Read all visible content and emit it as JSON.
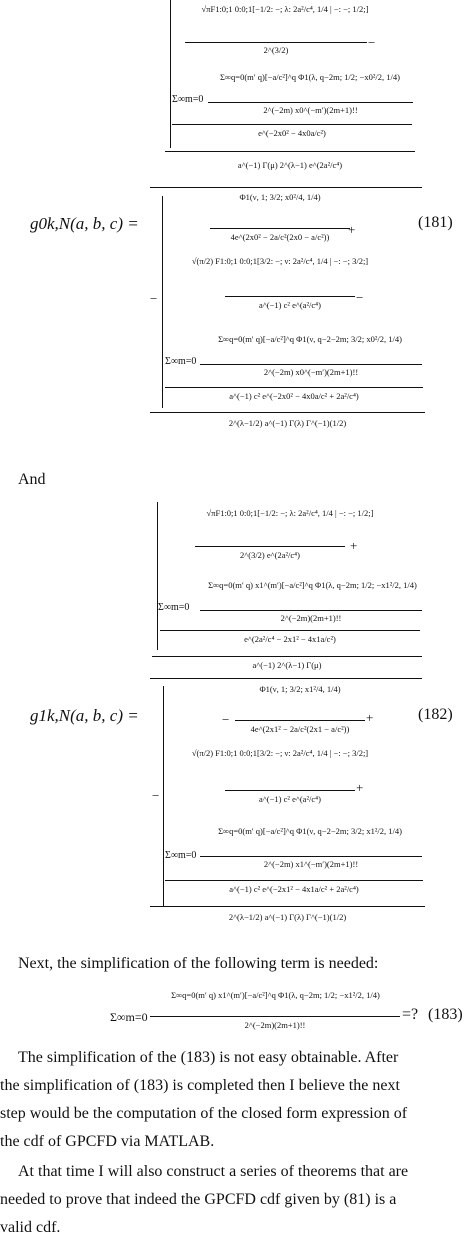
{
  "eq181": {
    "lhs": "g0k,N(a, b, c) =",
    "number": "(181)",
    "top": {
      "hyp_num": "√πF1:0;1 0:0;1[−1/2: −; λ: 2a²/c⁴, 1/4 | −: −; 1/2;]",
      "hyp_den": "2^(3/2)",
      "sum_label": "Σ∞m=0",
      "inner_num": "Σ∞q=0(m′ q)[−a/c²]^q Φ1(λ, q−2m; 1/2; −x0²/2, 1/4)",
      "inner_den": "2^(−2m) x0^(−m′)(2m+1)!!",
      "exp_den": "e^(−2x0² − 4x0a/c²)",
      "bottom": "a^(−1) Γ(μ) 2^(λ−1) e^(2a²/c⁴)"
    },
    "bottom_block": {
      "phi_num": "Φ1(ν, 1; 3/2; x0²/4, 1/4)",
      "phi_den": "4e^(2x0² − 2a/c²(2x0 − a/c²))",
      "hyp_num": "√(π/2) F1:0;1 0:0;1[3/2: −; ν: 2a²/c⁴, 1/4 | −: −; 3/2;]",
      "hyp_den": "a^(−1) c² e^(a²/c⁴)",
      "sum_label": "Σ∞m=0",
      "inner_num": "Σ∞q=0(m′ q)[−a/c²]^q Φ1(ν, q−2−2m; 3/2; x0²/2, 1/4)",
      "inner_den": "2^(−2m) x0^(−m′)(2m+1)!!",
      "exp_den": "a^(−1) c² e^(−2x0² − 4x0a/c² + 2a²/c⁴)",
      "bottom": "2^(λ−1/2) a^(−1) Γ(λ) Γ^(−1)(1/2)"
    }
  },
  "and_text": "And",
  "eq182": {
    "lhs": "g1k,N(a, b, c) =",
    "number": "(182)",
    "top": {
      "hyp_num": "√πF1:0;1 0:0;1[−1/2: −; λ: 2a²/c⁴, 1/4 | −: −; 1/2;]",
      "hyp_den": "2^(3/2) e^(2a²/c⁴)",
      "sum_label": "Σ∞m=0",
      "inner_num": "Σ∞q=0(m′ q) x1^(m′)[−a/c²]^q Φ1(λ, q−2m; 1/2; −x1²/2, 1/4)",
      "inner_den": "2^(−2m)(2m+1)!!",
      "exp_den": "e^(2a²/c⁴ − 2x1² − 4x1a/c²)",
      "bottom": "a^(−1) 2^(λ−1) Γ(μ)"
    },
    "bottom_block": {
      "phi_num": "Φ1(ν, 1; 3/2; x1²/4, 1/4)",
      "phi_den": "4e^(2x1² − 2a/c²(2x1 − a/c²))",
      "hyp_num": "√(π/2) F1:0;1 0:0;1[3/2: −; ν: 2a²/c⁴, 1/4 | −: −; 3/2;]",
      "hyp_den": "a^(−1) c² e^(a²/c⁴)",
      "sum_label": "Σ∞m=0",
      "inner_num": "Σ∞q=0(m′ q)[−a/c²]^q Φ1(ν, q−2−2m; 3/2; x1²/2, 1/4)",
      "inner_den": "2^(−2m) x1^(−m′)(2m+1)!!",
      "exp_den": "a^(−1) c² e^(−2x1² − 4x1a/c² + 2a²/c⁴)",
      "bottom": "2^(λ−1/2) a^(−1) Γ(λ) Γ^(−1)(1/2)"
    }
  },
  "para1": "Next, the simplification of the following term is needed:",
  "eq183": {
    "sum_label": "Σ∞m=0",
    "num": "Σ∞q=0(m′ q) x1^(m′)[−a/c²]^q Φ1(λ, q−2m; 1/2; −x1²/2, 1/4)",
    "den": "2^(−2m)(2m+1)!!",
    "rhs": "=?",
    "number": "(183)"
  },
  "para2": [
    "The simplification of the (183) is not easy obtainable. After",
    "the simplification of (183) is completed then I believe the next",
    "step would be the computation of the closed form expression of",
    "the cdf of GPCFD via MATLAB."
  ],
  "para3": [
    "At that time I will also construct a series of theorems that are",
    "needed to prove that indeed the GPCFD cdf given by (81) is a",
    "valid cdf."
  ]
}
